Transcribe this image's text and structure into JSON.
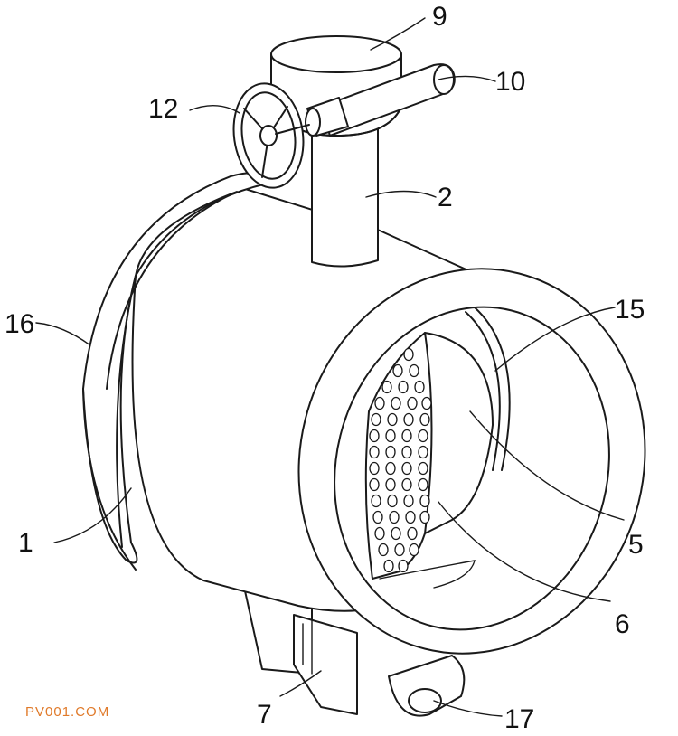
{
  "labels": {
    "l1": "1",
    "l2": "2",
    "l5": "5",
    "l6": "6",
    "l7": "7",
    "l9": "9",
    "l10": "10",
    "l12": "12",
    "l15": "15",
    "l16": "16",
    "l17": "17"
  },
  "watermark": "PV001.COM",
  "colors": {
    "line": "#1a1a1a",
    "watermark": "#e07a2a"
  }
}
